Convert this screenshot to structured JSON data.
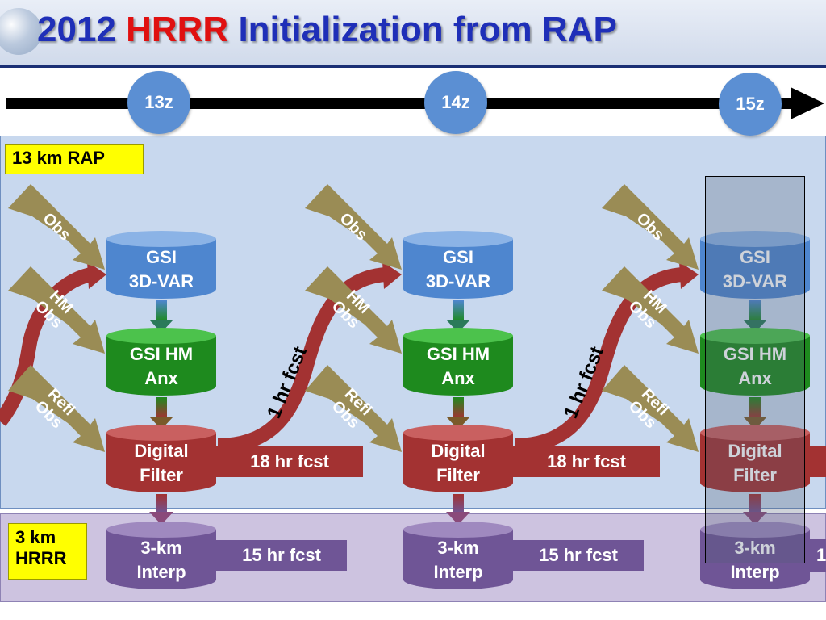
{
  "title": {
    "part1": "2012 ",
    "part2": "HRRR",
    "part3": " Initialization from ",
    "part4": "RAP"
  },
  "colors": {
    "title_blue": "#1f2fb8",
    "title_red": "#e01010",
    "rap_panel": "#c8d8ee",
    "hrrr_panel": "#cdc3e0",
    "gsi": "#4e86cf",
    "anx": "#1e8a1e",
    "dfi": "#a33232",
    "interp": "#6f5596",
    "obs": "#9a8c55",
    "time_circle": "#5b8fd3",
    "label_yellow": "#ffff00"
  },
  "timeline": {
    "times": [
      "13z",
      "14z",
      "15z"
    ]
  },
  "panels": {
    "rap_label": "13 km RAP",
    "hrrr_label_line1": "3 km",
    "hrrr_label_line2": "HRRR"
  },
  "columns": [
    {
      "gsi": [
        "GSI",
        "3D-VAR"
      ],
      "anx": [
        "GSI HM",
        "Anx"
      ],
      "dfi": [
        "Digital",
        "Filter"
      ],
      "interp": [
        "3-km",
        "Interp"
      ],
      "obs": "Obs",
      "hm_obs": [
        "HM",
        "Obs"
      ],
      "refl_obs": [
        "Refl",
        "Obs"
      ],
      "rap_fcst": "18 hr fcst",
      "hrrr_fcst": "15 hr fcst"
    },
    {
      "gsi": [
        "GSI",
        "3D-VAR"
      ],
      "anx": [
        "GSI HM",
        "Anx"
      ],
      "dfi": [
        "Digital",
        "Filter"
      ],
      "interp": [
        "3-km",
        "Interp"
      ],
      "obs": "Obs",
      "hm_obs": [
        "HM",
        "Obs"
      ],
      "refl_obs": [
        "Refl",
        "Obs"
      ],
      "rap_fcst": "18 hr fcst",
      "hrrr_fcst": "15 hr fcst"
    },
    {
      "gsi": [
        "GSI",
        "3D-VAR"
      ],
      "anx": [
        "GSI HM",
        "Anx"
      ],
      "dfi": [
        "Digital",
        "Filter"
      ],
      "interp": [
        "3-km",
        "Interp"
      ],
      "obs": "Obs",
      "hm_obs": [
        "HM",
        "Obs"
      ],
      "refl_obs": [
        "Refl",
        "Obs"
      ],
      "hrrr_fcst_partial": "1"
    }
  ],
  "cycle_labels": [
    "1 hr fcst",
    "1 hr fcst"
  ]
}
